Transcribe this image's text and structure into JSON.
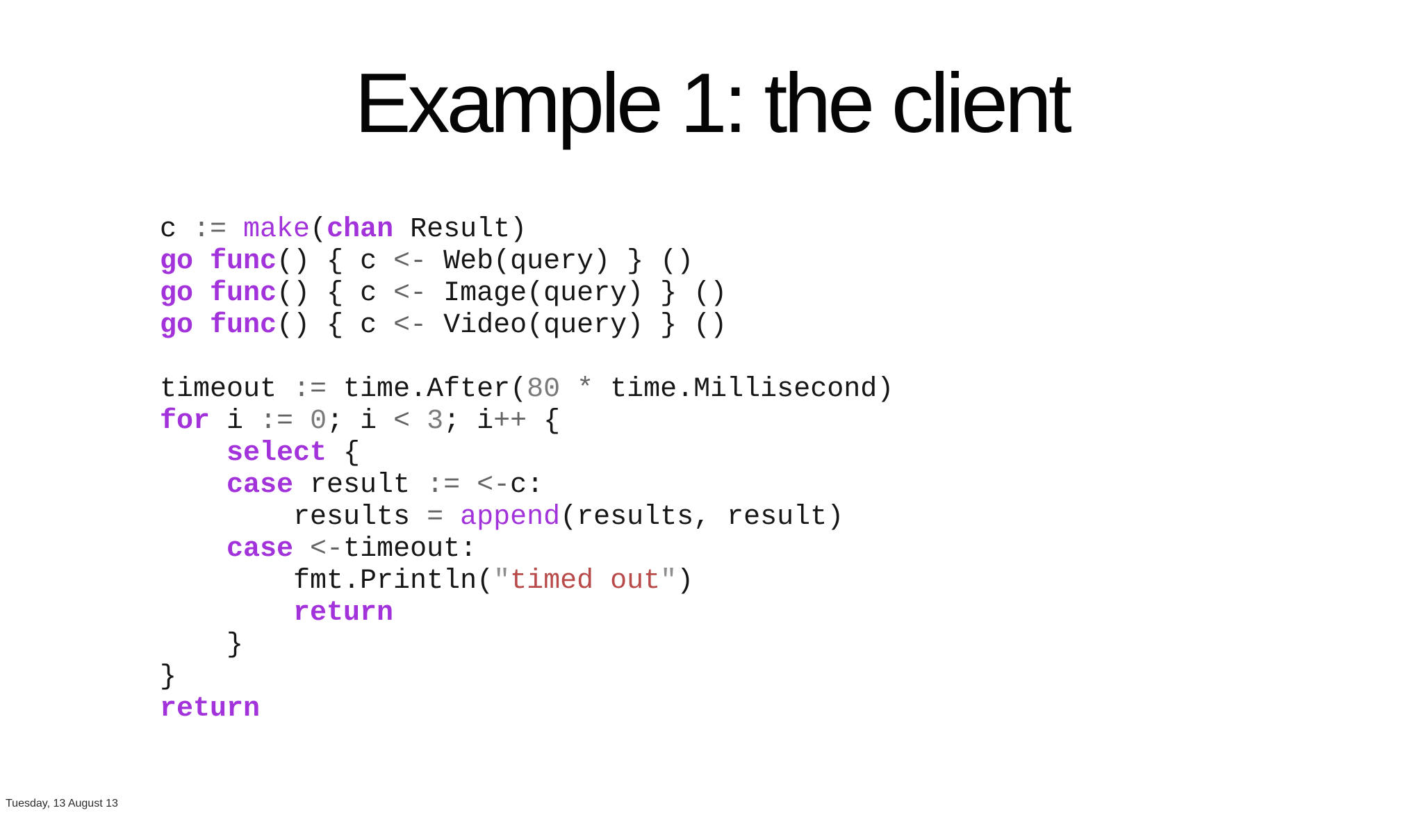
{
  "slide": {
    "title": "Example 1: the client",
    "footer_date": "Tuesday, 13 August 13"
  },
  "colors": {
    "plain": "#161616",
    "keyword": "#A233DB",
    "builtin": "#A233DB",
    "operator": "#646464",
    "number": "#7A7A7A",
    "string": "#B94A4A",
    "quote": "#8E8E8E"
  },
  "code": {
    "language": "go",
    "lines": [
      {
        "tokens": [
          {
            "t": "c ",
            "c": "plain"
          },
          {
            "t": ":=",
            "c": "operator"
          },
          {
            "t": " ",
            "c": "plain"
          },
          {
            "t": "make",
            "c": "builtin"
          },
          {
            "t": "(",
            "c": "plain"
          },
          {
            "t": "chan",
            "c": "keyword"
          },
          {
            "t": " Result)",
            "c": "plain"
          }
        ]
      },
      {
        "tokens": [
          {
            "t": "go",
            "c": "keyword"
          },
          {
            "t": " ",
            "c": "plain"
          },
          {
            "t": "func",
            "c": "keyword"
          },
          {
            "t": "() { c ",
            "c": "plain"
          },
          {
            "t": "<-",
            "c": "operator"
          },
          {
            "t": " Web(query) } ()",
            "c": "plain"
          }
        ]
      },
      {
        "tokens": [
          {
            "t": "go",
            "c": "keyword"
          },
          {
            "t": " ",
            "c": "plain"
          },
          {
            "t": "func",
            "c": "keyword"
          },
          {
            "t": "() { c ",
            "c": "plain"
          },
          {
            "t": "<-",
            "c": "operator"
          },
          {
            "t": " Image(query) } ()",
            "c": "plain"
          }
        ]
      },
      {
        "tokens": [
          {
            "t": "go",
            "c": "keyword"
          },
          {
            "t": " ",
            "c": "plain"
          },
          {
            "t": "func",
            "c": "keyword"
          },
          {
            "t": "() { c ",
            "c": "plain"
          },
          {
            "t": "<-",
            "c": "operator"
          },
          {
            "t": " Video(query) } ()",
            "c": "plain"
          }
        ]
      },
      {
        "tokens": []
      },
      {
        "tokens": [
          {
            "t": "timeout ",
            "c": "plain"
          },
          {
            "t": ":=",
            "c": "operator"
          },
          {
            "t": " time.After(",
            "c": "plain"
          },
          {
            "t": "80",
            "c": "number"
          },
          {
            "t": " ",
            "c": "plain"
          },
          {
            "t": "*",
            "c": "operator"
          },
          {
            "t": " time.Millisecond)",
            "c": "plain"
          }
        ]
      },
      {
        "tokens": [
          {
            "t": "for",
            "c": "keyword"
          },
          {
            "t": " i ",
            "c": "plain"
          },
          {
            "t": ":=",
            "c": "operator"
          },
          {
            "t": " ",
            "c": "plain"
          },
          {
            "t": "0",
            "c": "number"
          },
          {
            "t": "; i ",
            "c": "plain"
          },
          {
            "t": "<",
            "c": "operator"
          },
          {
            "t": " ",
            "c": "plain"
          },
          {
            "t": "3",
            "c": "number"
          },
          {
            "t": "; i",
            "c": "plain"
          },
          {
            "t": "++",
            "c": "operator"
          },
          {
            "t": " {",
            "c": "plain"
          }
        ]
      },
      {
        "tokens": [
          {
            "t": "    ",
            "c": "plain"
          },
          {
            "t": "select",
            "c": "keyword"
          },
          {
            "t": " {",
            "c": "plain"
          }
        ]
      },
      {
        "tokens": [
          {
            "t": "    ",
            "c": "plain"
          },
          {
            "t": "case",
            "c": "keyword"
          },
          {
            "t": " result ",
            "c": "plain"
          },
          {
            "t": ":=",
            "c": "operator"
          },
          {
            "t": " ",
            "c": "plain"
          },
          {
            "t": "<-",
            "c": "operator"
          },
          {
            "t": "c:",
            "c": "plain"
          }
        ]
      },
      {
        "tokens": [
          {
            "t": "        results ",
            "c": "plain"
          },
          {
            "t": "=",
            "c": "operator"
          },
          {
            "t": " ",
            "c": "plain"
          },
          {
            "t": "append",
            "c": "builtin"
          },
          {
            "t": "(results, result)",
            "c": "plain"
          }
        ]
      },
      {
        "tokens": [
          {
            "t": "    ",
            "c": "plain"
          },
          {
            "t": "case",
            "c": "keyword"
          },
          {
            "t": " ",
            "c": "plain"
          },
          {
            "t": "<-",
            "c": "operator"
          },
          {
            "t": "timeout:",
            "c": "plain"
          }
        ]
      },
      {
        "tokens": [
          {
            "t": "        fmt.Println(",
            "c": "plain"
          },
          {
            "t": "\"",
            "c": "quote"
          },
          {
            "t": "timed out",
            "c": "string"
          },
          {
            "t": "\"",
            "c": "quote"
          },
          {
            "t": ")",
            "c": "plain"
          }
        ]
      },
      {
        "tokens": [
          {
            "t": "        ",
            "c": "plain"
          },
          {
            "t": "return",
            "c": "keyword"
          }
        ]
      },
      {
        "tokens": [
          {
            "t": "    }",
            "c": "plain"
          }
        ]
      },
      {
        "tokens": [
          {
            "t": "}",
            "c": "plain"
          }
        ]
      },
      {
        "tokens": [
          {
            "t": "return",
            "c": "keyword"
          }
        ]
      }
    ]
  }
}
